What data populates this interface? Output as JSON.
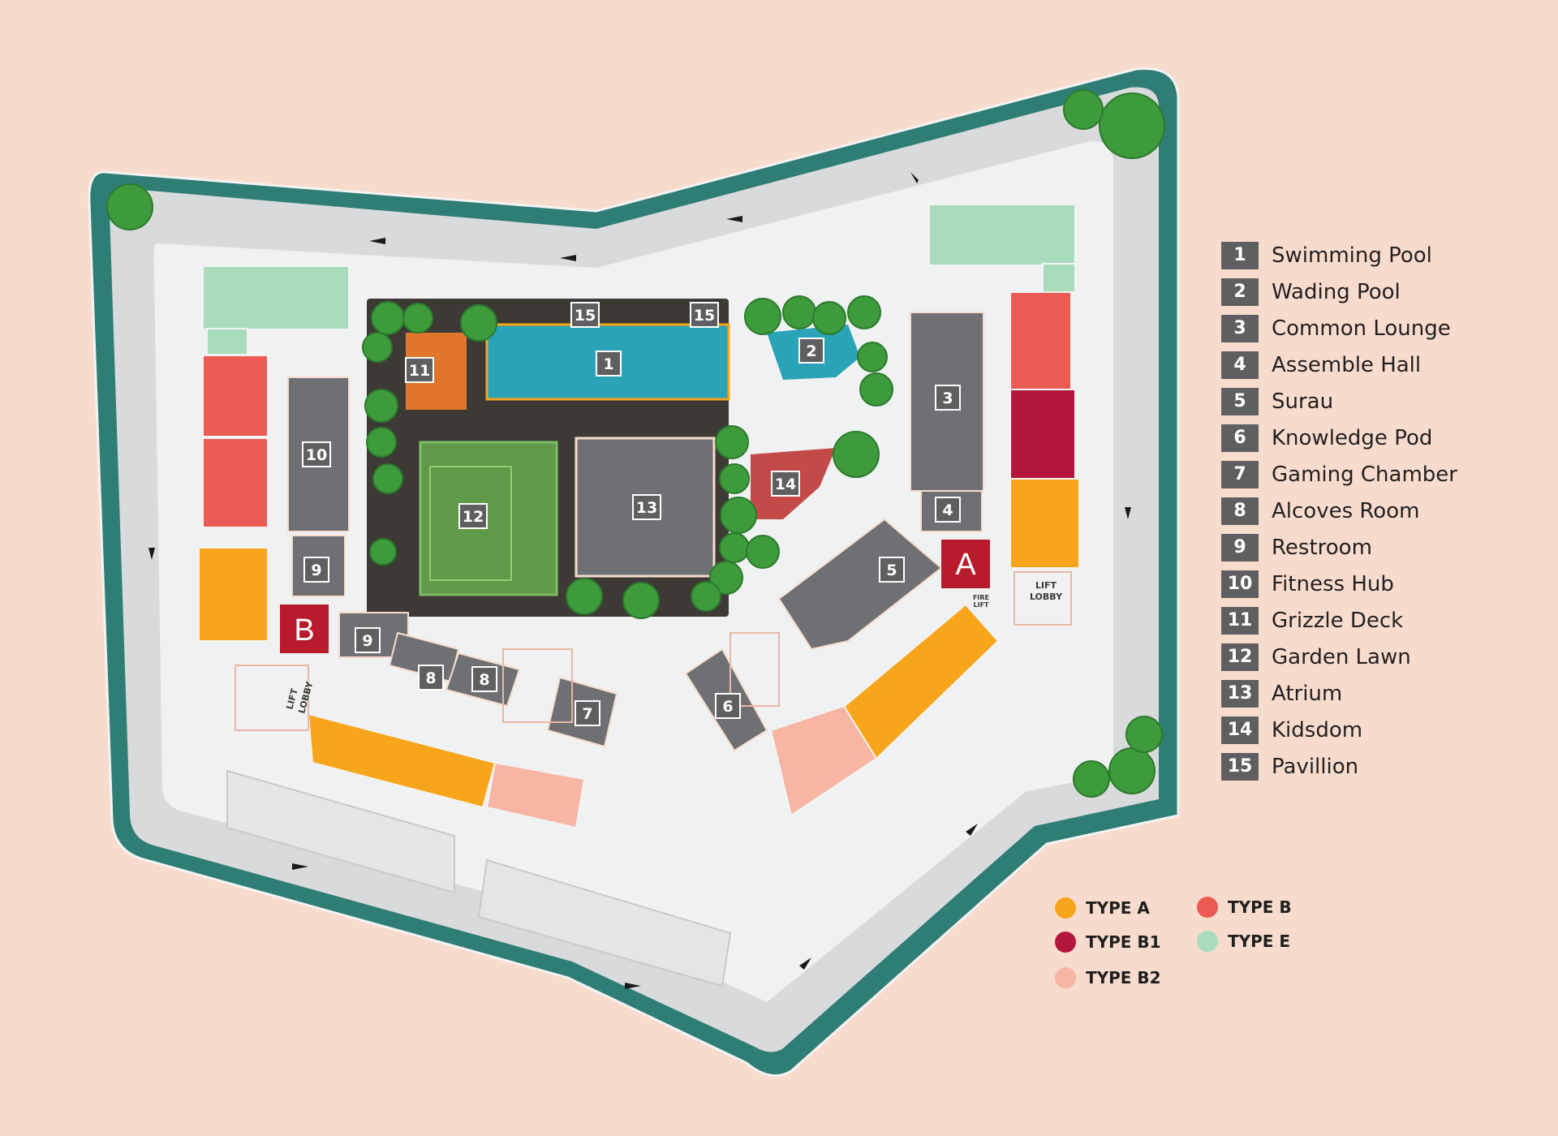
{
  "facilities": [
    {
      "num": "1",
      "label": "Swimming Pool"
    },
    {
      "num": "2",
      "label": "Wading Pool"
    },
    {
      "num": "3",
      "label": "Common Lounge"
    },
    {
      "num": "4",
      "label": "Assemble Hall"
    },
    {
      "num": "5",
      "label": "Surau"
    },
    {
      "num": "6",
      "label": "Knowledge Pod"
    },
    {
      "num": "7",
      "label": "Gaming Chamber"
    },
    {
      "num": "8",
      "label": "Alcoves Room"
    },
    {
      "num": "9",
      "label": "Restroom"
    },
    {
      "num": "10",
      "label": "Fitness Hub"
    },
    {
      "num": "11",
      "label": "Grizzle Deck"
    },
    {
      "num": "12",
      "label": "Garden Lawn"
    },
    {
      "num": "13",
      "label": "Atrium"
    },
    {
      "num": "14",
      "label": "Kidsdom"
    },
    {
      "num": "15",
      "label": "Pavillion"
    }
  ],
  "unit_types": [
    {
      "label": "TYPE A",
      "color": "#f7a51b"
    },
    {
      "label": "TYPE B",
      "color": "#ec5b53"
    },
    {
      "label": "TYPE B1",
      "color": "#b3163a"
    },
    {
      "label": "TYPE E",
      "color": "#a8dcbd"
    },
    {
      "label": "TYPE B2",
      "color": "#f7b5a4"
    }
  ],
  "blocks": {
    "a": "A",
    "b": "B"
  },
  "lift_lobby": "LIFT LOBBY",
  "lift_lobby_b_line1": "LIFT",
  "lift_lobby_b_line2": "LOBBY",
  "fire_lift_line1": "FIRE",
  "fire_lift_line2": "LIFT",
  "colors": {
    "background": "#f7dccd",
    "road_border": "#2f7e76",
    "road": "#d9dadb",
    "deck": "#f0f1f2",
    "landscape": "#3d3a36",
    "pool": "#2aa3b6",
    "lawn": "#5e9a47",
    "facility": "#6f7074",
    "block_badge": "#b81b2c"
  }
}
